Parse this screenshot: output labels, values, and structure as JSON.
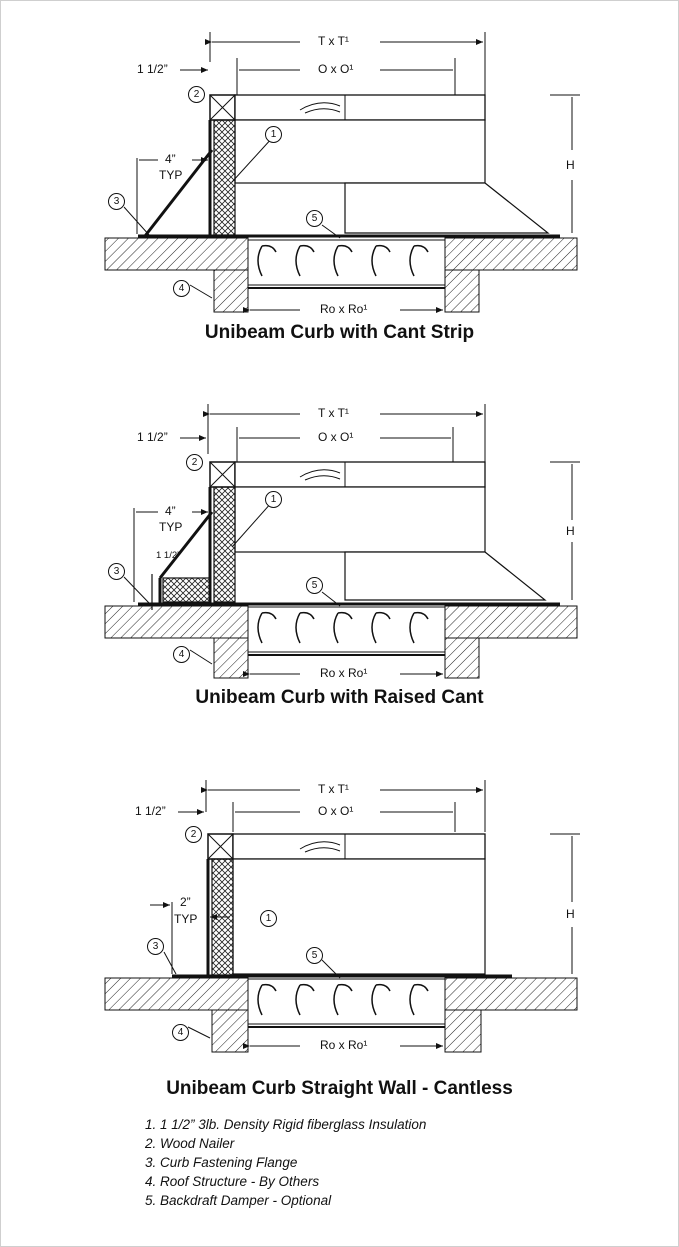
{
  "diagrams": [
    {
      "caption": "Unibeam Curb with Cant Strip",
      "dims": {
        "outer": "T x T¹",
        "opening": "O x O¹",
        "nailer_width": "1 1/2”",
        "cant": "4”",
        "cant_sub": "TYP",
        "height": "H",
        "roof_opening": "Ro x Ro¹"
      }
    },
    {
      "caption": "Unibeam Curb with Raised Cant",
      "dims": {
        "outer": "T x T¹",
        "opening": "O x O¹",
        "nailer_width": "1 1/2”",
        "cant": "4”",
        "cant_sub": "TYP",
        "raise": "1 1/2”",
        "height": "H",
        "roof_opening": "Ro x Ro¹"
      }
    },
    {
      "caption": "Unibeam Curb Straight Wall - Cantless",
      "dims": {
        "outer": "T x T¹",
        "opening": "O x O¹",
        "nailer_width": "1 1/2”",
        "cant": "2”",
        "cant_sub": "TYP",
        "height": "H",
        "roof_opening": "Ro x Ro¹"
      }
    }
  ],
  "callouts": [
    "1",
    "2",
    "3",
    "4",
    "5"
  ],
  "notes": [
    "1.  1 1/2” 3lb. Density Rigid fiberglass Insulation",
    "2.  Wood Nailer",
    "3.  Curb Fastening Flange",
    "4.  Roof Structure - By Others",
    "5.  Backdraft Damper - Optional"
  ]
}
